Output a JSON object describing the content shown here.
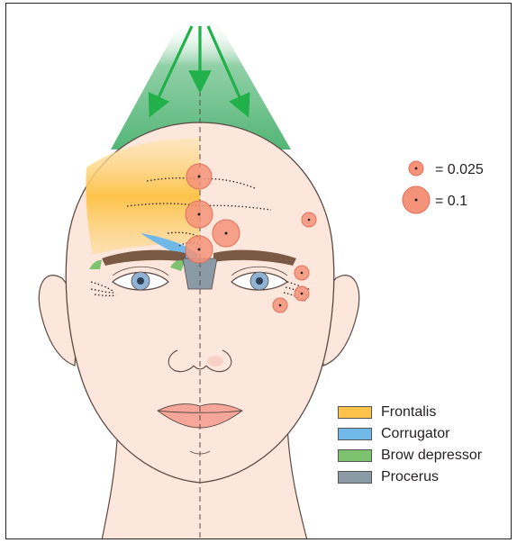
{
  "scale_key": {
    "small_label": "= 0.025",
    "large_label": "= 0.1"
  },
  "legend": [
    {
      "label": "Frontalis",
      "color": "#fdc34a"
    },
    {
      "label": "Corrugator",
      "color": "#6fb8e8"
    },
    {
      "label": "Brow depressor",
      "color": "#7dc36f"
    },
    {
      "label": "Procerus",
      "color": "#8a9ba6"
    }
  ],
  "colors": {
    "skin": "#fde6dc",
    "skin_shadow": "#f7d2c4",
    "dose_circle": "#f4927a",
    "beam": "#36a95f",
    "arrow": "#22b04a",
    "eyebrow": "#7a5a45",
    "iris": "#8fb3d4"
  }
}
